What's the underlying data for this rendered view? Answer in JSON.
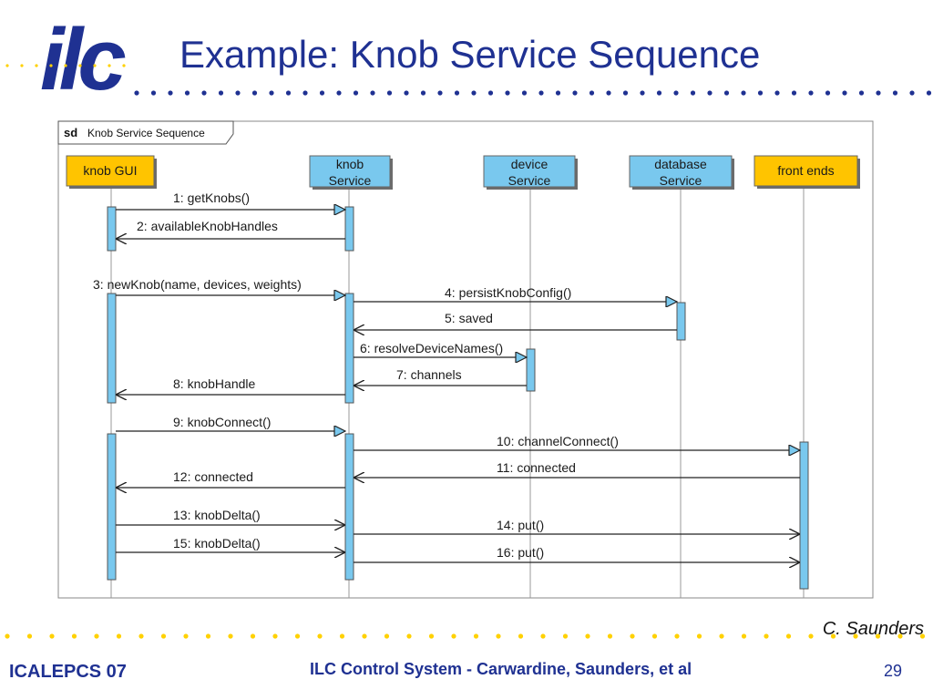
{
  "slide": {
    "title": "Example: Knob Service Sequence",
    "logo_text": "ilc",
    "credit": "C. Saunders",
    "footer_left": "ICALEPCS 07",
    "footer_center": "ILC Control System - Carwardine, Saunders, et al",
    "page_number": "29"
  },
  "diagram": {
    "frame_keyword": "sd",
    "frame_name": "Knob Service Sequence",
    "lifelines": [
      {
        "id": "knob-gui",
        "label": "knob GUI",
        "color": "#ffc400"
      },
      {
        "id": "knob-service",
        "label": "knob\nService",
        "color": "#79c8ee"
      },
      {
        "id": "device-service",
        "label": "device\nService",
        "color": "#79c8ee"
      },
      {
        "id": "database-service",
        "label": "database\nService",
        "color": "#79c8ee"
      },
      {
        "id": "front-ends",
        "label": "front ends",
        "color": "#ffc400"
      }
    ],
    "messages": [
      {
        "label": "1: getKnobs()"
      },
      {
        "label": "2: availableKnobHandles"
      },
      {
        "label": "3: newKnob(name, devices, weights)"
      },
      {
        "label": "4: persistKnobConfig()"
      },
      {
        "label": "5: saved"
      },
      {
        "label": "6: resolveDeviceNames()"
      },
      {
        "label": "7: channels"
      },
      {
        "label": "8: knobHandle"
      },
      {
        "label": "9: knobConnect()"
      },
      {
        "label": "10: channelConnect()"
      },
      {
        "label": "11: connected"
      },
      {
        "label": "12: connected"
      },
      {
        "label": "13: knobDelta()"
      },
      {
        "label": "14: put()"
      },
      {
        "label": "15: knobDelta()"
      },
      {
        "label": "16: put()"
      }
    ]
  },
  "colors": {
    "title_blue": "#1f3192",
    "dot_yellow": "#ffd100",
    "dot_blue": "#1f3192",
    "activation": "#79c8ee"
  }
}
